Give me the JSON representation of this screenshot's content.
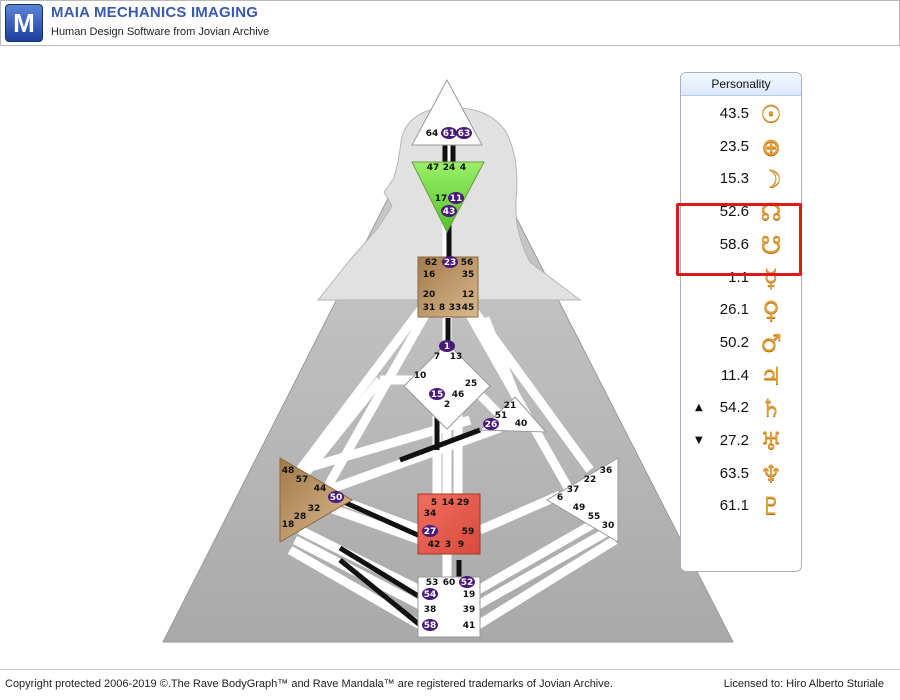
{
  "header": {
    "logo_letter": "M",
    "title": "MAIA MECHANICS IMAGING",
    "subtitle": "Human Design Software from Jovian Archive"
  },
  "footer": {
    "copyright": "Copyright protected 2006-2019 ©.The Rave BodyGraph™ and Rave Mandala™ are registered trademarks of Jovian Archive.",
    "license": "Licensed to: Hiro Alberto Sturiale"
  },
  "colors": {
    "head_center": "#ffffff",
    "ajna_center": "#6ed43c",
    "throat_center": "#b89060",
    "spleen_center": "#b89060",
    "sacral_center": "#e0584a",
    "activated_gate": "#4a1a7a",
    "highlight": "#e01818",
    "glyph": "#e1a03a"
  },
  "personality": {
    "title": "Personality",
    "rows": [
      {
        "value": "43.5",
        "icon": "sun-icon",
        "glyph": "☉",
        "arrow": ""
      },
      {
        "value": "23.5",
        "icon": "earth-icon",
        "glyph": "⊕",
        "arrow": ""
      },
      {
        "value": "15.3",
        "icon": "moon-icon",
        "glyph": "☽",
        "arrow": ""
      },
      {
        "value": "52.6",
        "icon": "north-node-icon",
        "glyph": "☊",
        "arrow": ""
      },
      {
        "value": "58.6",
        "icon": "south-node-icon",
        "glyph": "☋",
        "arrow": ""
      },
      {
        "value": "1.1",
        "icon": "mercury-icon",
        "glyph": "☿",
        "arrow": ""
      },
      {
        "value": "26.1",
        "icon": "venus-icon",
        "glyph": "♀",
        "arrow": ""
      },
      {
        "value": "50.2",
        "icon": "mars-icon",
        "glyph": "♂",
        "arrow": ""
      },
      {
        "value": "11.4",
        "icon": "jupiter-icon",
        "glyph": "♃",
        "arrow": ""
      },
      {
        "value": "54.2",
        "icon": "saturn-icon",
        "glyph": "♄",
        "arrow": "▲"
      },
      {
        "value": "27.2",
        "icon": "uranus-icon",
        "glyph": "♅",
        "arrow": "▼"
      },
      {
        "value": "63.5",
        "icon": "neptune-icon",
        "glyph": "♆",
        "arrow": ""
      },
      {
        "value": "61.1",
        "icon": "pluto-icon",
        "glyph": "♇",
        "arrow": ""
      }
    ]
  },
  "gates": {
    "head": [
      {
        "n": "64",
        "on": false
      },
      {
        "n": "61",
        "on": true
      },
      {
        "n": "63",
        "on": true
      }
    ],
    "ajna": [
      {
        "n": "47",
        "on": false
      },
      {
        "n": "24",
        "on": false
      },
      {
        "n": "4",
        "on": false
      },
      {
        "n": "17",
        "on": false
      },
      {
        "n": "11",
        "on": true
      },
      {
        "n": "43",
        "on": true
      }
    ],
    "throat": [
      {
        "n": "62",
        "on": false
      },
      {
        "n": "23",
        "on": true
      },
      {
        "n": "56",
        "on": false
      },
      {
        "n": "16",
        "on": false
      },
      {
        "n": "35",
        "on": false
      },
      {
        "n": "20",
        "on": false
      },
      {
        "n": "12",
        "on": false
      },
      {
        "n": "31",
        "on": false
      },
      {
        "n": "8",
        "on": false
      },
      {
        "n": "33",
        "on": false
      },
      {
        "n": "45",
        "on": false
      }
    ],
    "g": [
      {
        "n": "1",
        "on": true
      },
      {
        "n": "7",
        "on": false
      },
      {
        "n": "13",
        "on": false
      },
      {
        "n": "10",
        "on": false
      },
      {
        "n": "25",
        "on": false
      },
      {
        "n": "15",
        "on": true
      },
      {
        "n": "46",
        "on": false
      },
      {
        "n": "2",
        "on": false
      }
    ],
    "ego": [
      {
        "n": "21",
        "on": false
      },
      {
        "n": "51",
        "on": false
      },
      {
        "n": "26",
        "on": true
      },
      {
        "n": "40",
        "on": false
      }
    ],
    "spleen": [
      {
        "n": "48",
        "on": false
      },
      {
        "n": "57",
        "on": false
      },
      {
        "n": "44",
        "on": false
      },
      {
        "n": "50",
        "on": true
      },
      {
        "n": "32",
        "on": false
      },
      {
        "n": "28",
        "on": false
      },
      {
        "n": "18",
        "on": false
      }
    ],
    "sacral": [
      {
        "n": "5",
        "on": false
      },
      {
        "n": "14",
        "on": false
      },
      {
        "n": "29",
        "on": false
      },
      {
        "n": "34",
        "on": false
      },
      {
        "n": "27",
        "on": true
      },
      {
        "n": "59",
        "on": false
      },
      {
        "n": "42",
        "on": false
      },
      {
        "n": "3",
        "on": false
      },
      {
        "n": "9",
        "on": false
      }
    ],
    "solar": [
      {
        "n": "36",
        "on": false
      },
      {
        "n": "22",
        "on": false
      },
      {
        "n": "37",
        "on": false
      },
      {
        "n": "6",
        "on": false
      },
      {
        "n": "49",
        "on": false
      },
      {
        "n": "55",
        "on": false
      },
      {
        "n": "30",
        "on": false
      }
    ],
    "root": [
      {
        "n": "53",
        "on": false
      },
      {
        "n": "60",
        "on": false
      },
      {
        "n": "52",
        "on": true
      },
      {
        "n": "54",
        "on": true
      },
      {
        "n": "19",
        "on": false
      },
      {
        "n": "38",
        "on": false
      },
      {
        "n": "39",
        "on": false
      },
      {
        "n": "58",
        "on": true
      },
      {
        "n": "41",
        "on": false
      }
    ]
  }
}
